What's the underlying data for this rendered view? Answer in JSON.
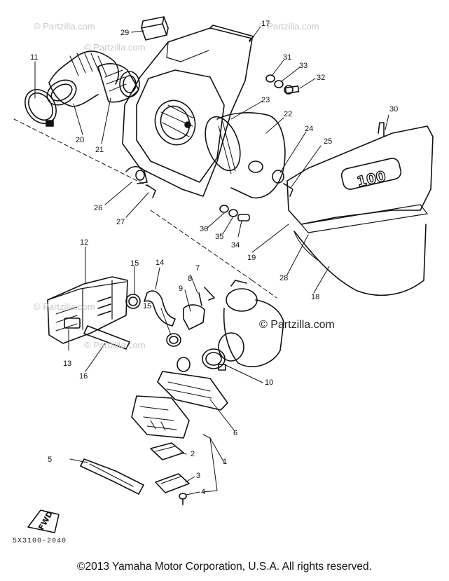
{
  "watermarks": {
    "main": "© Partzilla.com",
    "faint": "© Partzilla.com"
  },
  "callouts": [
    "1",
    "2",
    "3",
    "4",
    "5",
    "6",
    "7",
    "8",
    "9",
    "10",
    "11",
    "12",
    "13",
    "14",
    "15",
    "16",
    "17",
    "18",
    "19",
    "20",
    "21",
    "22",
    "23",
    "24",
    "25",
    "26",
    "27",
    "28",
    "29",
    "30",
    "31",
    "32",
    "33",
    "34",
    "35",
    "36"
  ],
  "duplicate_callout": "15",
  "badge": "100",
  "fwd_tag": "FWD",
  "diagram_code": "5X3100-2040",
  "footer": "©2013 Yamaha Motor Corporation, U.S.A. All rights reserved."
}
